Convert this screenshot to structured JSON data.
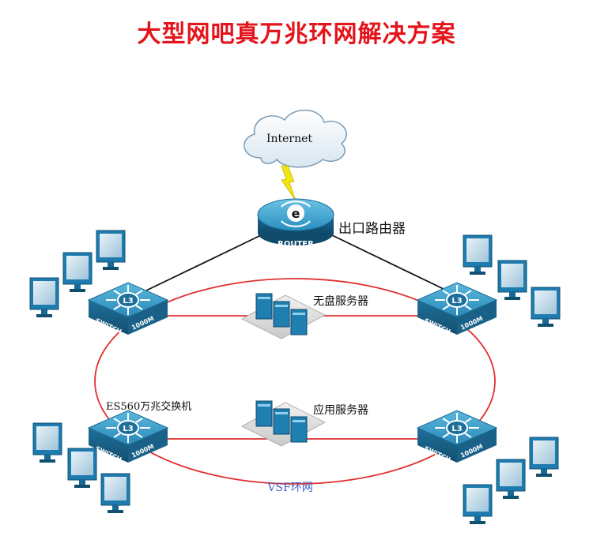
{
  "title": "大型网吧真万兆环网解决方案",
  "labels": {
    "cloud": "Internet",
    "router_badge": "ROUTER",
    "router_caption": "出口路由器",
    "server_top": "无盘服务器",
    "server_bottom": "应用服务器",
    "switch_caption": "ES560万兆交换机",
    "ring": "VSF环网",
    "switch_l3": "L3",
    "switch_word": "SWITCH",
    "switch_speed": "1000M"
  },
  "colors": {
    "title": "#e3141b",
    "ring": "#e03030",
    "uplink": "#111111",
    "device_blue": "#1f7fb0",
    "ring_label": "#3a5fcf"
  },
  "icons": [
    "cloud-icon",
    "router-icon",
    "switch-icon",
    "server-icon",
    "monitor-icon",
    "lightning-icon"
  ]
}
